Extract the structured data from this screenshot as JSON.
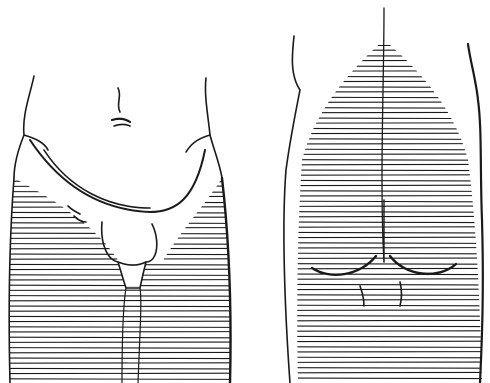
{
  "figure": {
    "panels": [
      {
        "id": "front",
        "view": "anterior",
        "shading": "horizontal-hatching"
      },
      {
        "id": "back",
        "view": "posterior",
        "shading": "horizontal-hatching"
      }
    ],
    "colors": {
      "ink": "#1a1a1a",
      "paper": "#ffffff"
    }
  }
}
